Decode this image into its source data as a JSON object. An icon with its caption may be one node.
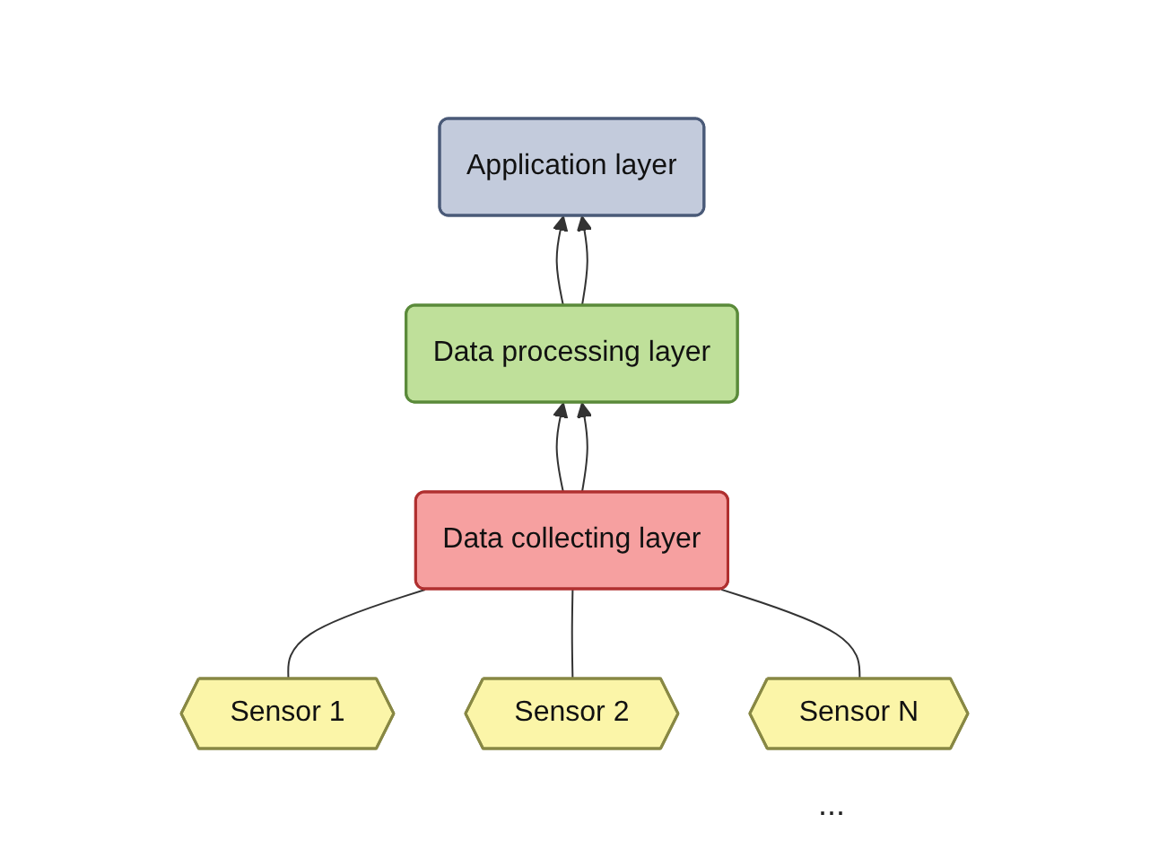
{
  "diagram": {
    "nodes": [
      {
        "text": [
          "Application layer"
        ]
      },
      {
        "text": [
          "Data processing layer"
        ]
      },
      {
        "text": [
          "Data collecting layer"
        ]
      },
      {
        "text": [
          "Sensor 1"
        ]
      },
      {
        "text": [
          "Sensor 2"
        ]
      },
      {
        "text": [
          "Sensor N"
        ]
      }
    ],
    "edges": [
      {
        "from": 2,
        "to": 1,
        "arrow": "to"
      },
      {
        "from": 2,
        "to": 1,
        "arrow": "to"
      },
      {
        "from": 1,
        "to": 0,
        "arrow": "to"
      },
      {
        "from": 1,
        "to": 0,
        "arrow": "to"
      },
      {
        "from": 3,
        "to": 2,
        "arrow": "none"
      },
      {
        "from": 4,
        "to": 2,
        "arrow": "none"
      },
      {
        "from": 5,
        "to": 2,
        "arrow": "none"
      }
    ],
    "labels": [
      "..."
    ]
  }
}
